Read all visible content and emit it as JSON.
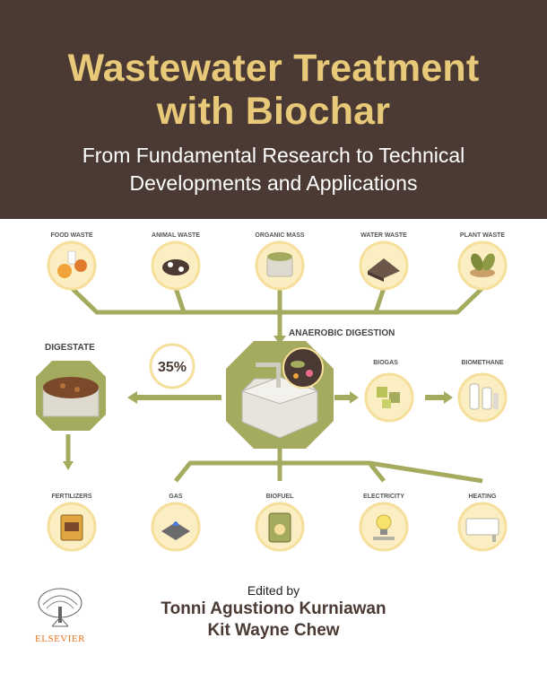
{
  "header": {
    "title_line1": "Wastewater Treatment",
    "title_line2": "with Biochar",
    "subtitle_line1": "From Fundamental Research to Technical",
    "subtitle_line2": "Developments and Applications"
  },
  "infographic": {
    "inputs": [
      "FOOD WASTE",
      "ANIMAL WASTE",
      "ORGANIC MASS",
      "WATER WASTE",
      "PLANT WASTE"
    ],
    "process_label": "ANAEROBIC DIGESTION",
    "digestate_label": "DIGESTATE",
    "percentage": "35%",
    "biogas_label": "BIOGAS",
    "biomethane_label": "BIOMETHANE",
    "outputs": [
      "FERTILIZERS",
      "GAS",
      "BIOFUEL",
      "ELECTRICITY",
      "HEATING"
    ]
  },
  "credits": {
    "edited_by": "Edited by",
    "author1": "Tonni Agustiono Kurniawan",
    "author2": "Kit Wayne Chew"
  },
  "publisher": {
    "name": "ELSEVIER"
  },
  "colors": {
    "header_bg": "#4a3a33",
    "title": "#e8c97a",
    "olive": "#a5ab5e",
    "badge_ring": "#f5df9a",
    "publisher": "#e9711c"
  }
}
